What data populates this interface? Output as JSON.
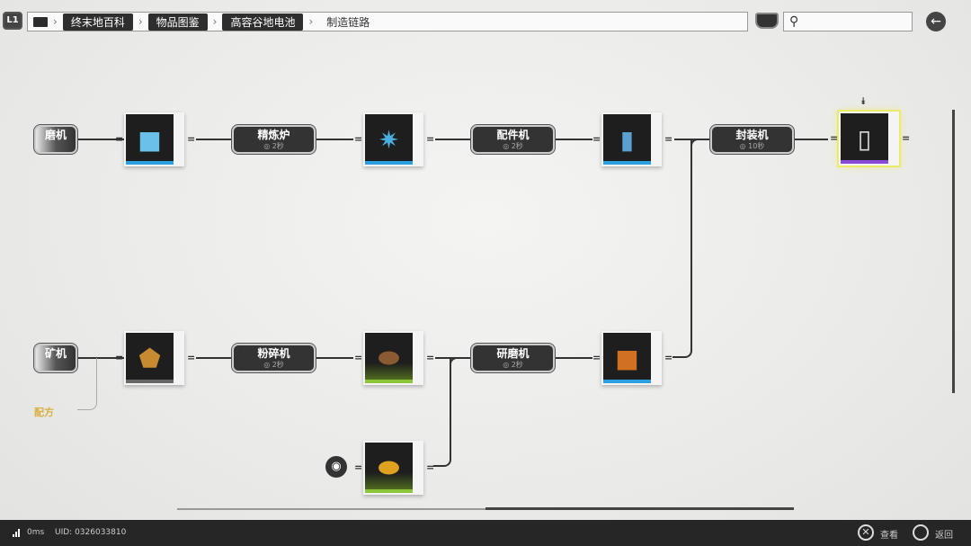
{
  "header": {
    "layer_badge": "L1",
    "breadcrumbs": [
      "终末地百科",
      "物品图鉴",
      "高容谷地电池"
    ],
    "current": "制造链路",
    "search_placeholder": ""
  },
  "machines": {
    "top_partial": {
      "name": "磨机"
    },
    "refinery": {
      "name": "精炼炉",
      "time": "◎ 2秒"
    },
    "fitting": {
      "name": "配件机",
      "time": "◎ 2秒"
    },
    "packaging": {
      "name": "封装机",
      "time": "◎ 10秒"
    },
    "bottom_partial": {
      "name": "矿机"
    },
    "crusher": {
      "name": "粉碎机",
      "time": "◎ 2秒"
    },
    "grinder": {
      "name": "研磨机",
      "time": "◎ 2秒"
    }
  },
  "recipe_link": "配方",
  "colors": {
    "blue_rarity": "#2aa0e0",
    "green_rarity": "#8cc43a",
    "purple_rarity": "#8a4ad8",
    "selected": "#ecea6a"
  },
  "footer": {
    "ping": "0ms",
    "uid": "UID: 0326033810",
    "view_label": "查看",
    "back_label": "返回"
  }
}
